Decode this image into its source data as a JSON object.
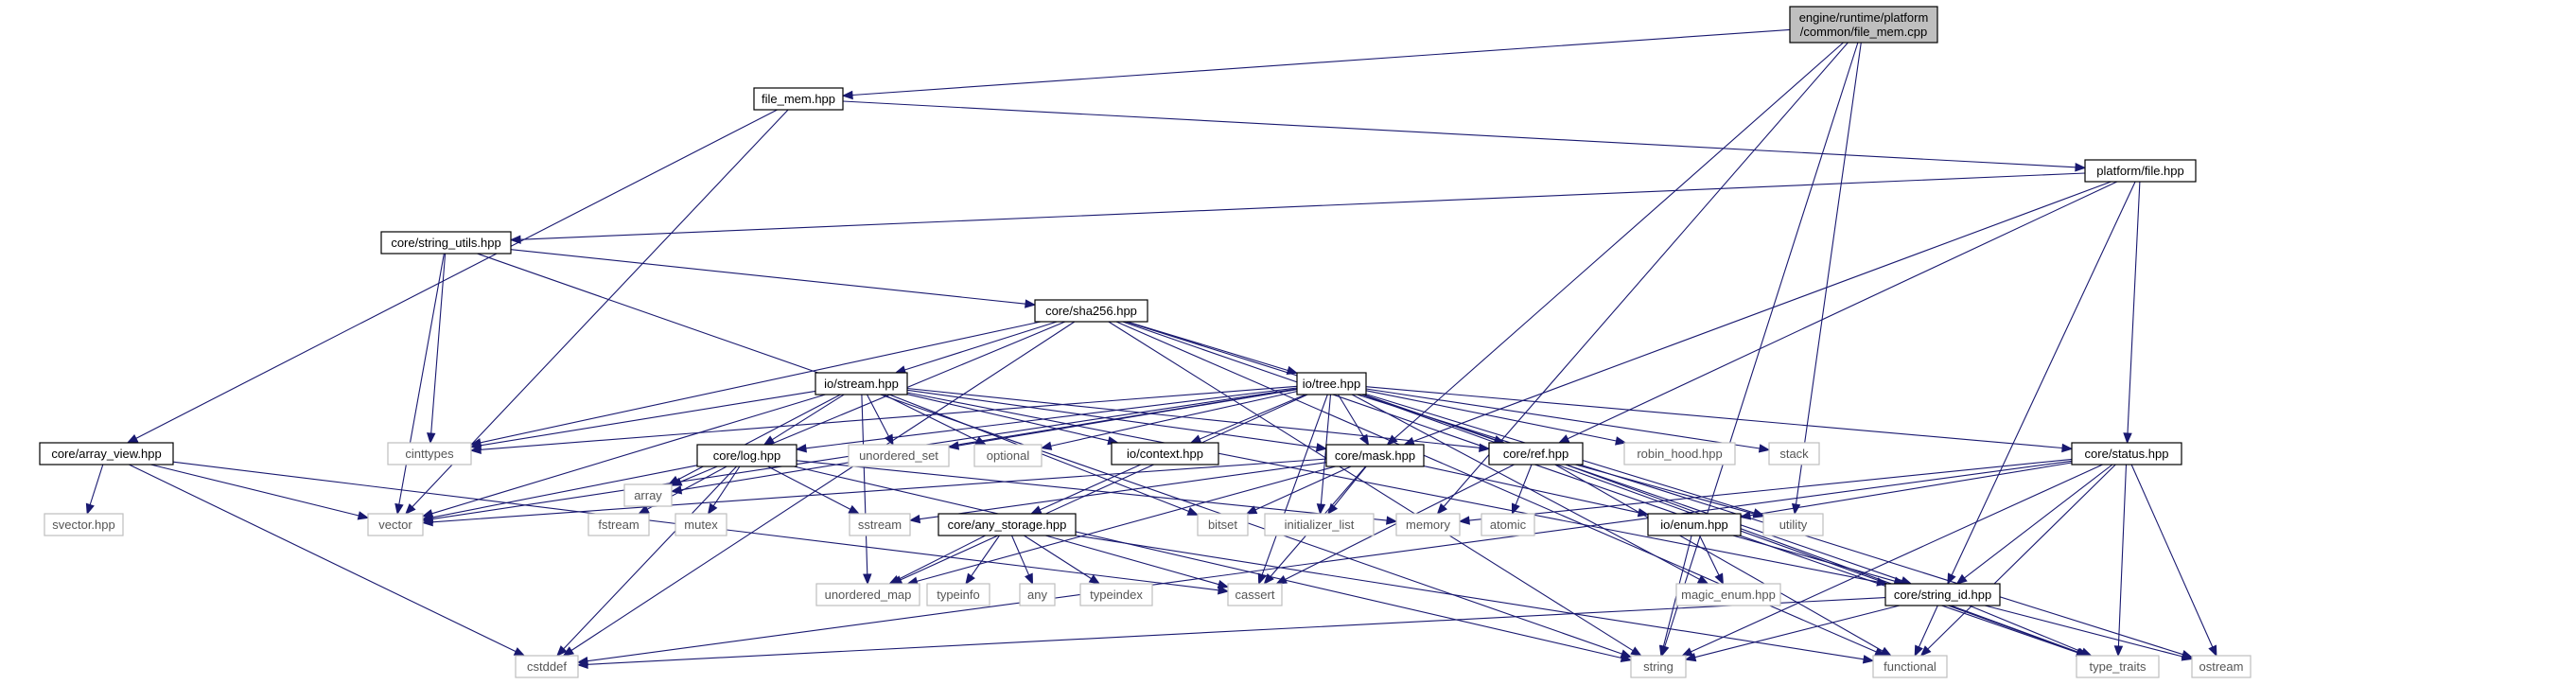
{
  "diagram": {
    "type": "include-dependency-graph",
    "colors": {
      "edge": "#191970",
      "root_fill": "#bfbfbf",
      "local_border": "#000000",
      "system_border": "#bfbfbf",
      "system_text": "#555555"
    },
    "nodes": [
      {
        "id": "root",
        "label": [
          "engine/runtime/platform",
          "/common/file_mem.cpp"
        ],
        "kind": "main"
      },
      {
        "id": "file_mem",
        "label": [
          "file_mem.hpp"
        ],
        "kind": "local"
      },
      {
        "id": "platform_file",
        "label": [
          "platform/file.hpp"
        ],
        "kind": "local"
      },
      {
        "id": "string_utils",
        "label": [
          "core/string_utils.hpp"
        ],
        "kind": "local"
      },
      {
        "id": "sha256",
        "label": [
          "core/sha256.hpp"
        ],
        "kind": "local"
      },
      {
        "id": "stream",
        "label": [
          "io/stream.hpp"
        ],
        "kind": "local"
      },
      {
        "id": "tree",
        "label": [
          "io/tree.hpp"
        ],
        "kind": "local"
      },
      {
        "id": "array_view",
        "label": [
          "core/array_view.hpp"
        ],
        "kind": "local"
      },
      {
        "id": "svector",
        "label": [
          "svector.hpp"
        ],
        "kind": "sys"
      },
      {
        "id": "cinttypes",
        "label": [
          "cinttypes"
        ],
        "kind": "sys"
      },
      {
        "id": "array",
        "label": [
          "array"
        ],
        "kind": "sys"
      },
      {
        "id": "log",
        "label": [
          "core/log.hpp"
        ],
        "kind": "local"
      },
      {
        "id": "unordered_set",
        "label": [
          "unordered_set"
        ],
        "kind": "sys"
      },
      {
        "id": "optional",
        "label": [
          "optional"
        ],
        "kind": "sys"
      },
      {
        "id": "context",
        "label": [
          "io/context.hpp"
        ],
        "kind": "local"
      },
      {
        "id": "mask",
        "label": [
          "core/mask.hpp"
        ],
        "kind": "local"
      },
      {
        "id": "ref",
        "label": [
          "core/ref.hpp"
        ],
        "kind": "local"
      },
      {
        "id": "robin_hood",
        "label": [
          "robin_hood.hpp"
        ],
        "kind": "sys"
      },
      {
        "id": "stack",
        "label": [
          "stack"
        ],
        "kind": "sys"
      },
      {
        "id": "status",
        "label": [
          "core/status.hpp"
        ],
        "kind": "local"
      },
      {
        "id": "vector",
        "label": [
          "vector"
        ],
        "kind": "sys"
      },
      {
        "id": "fstream",
        "label": [
          "fstream"
        ],
        "kind": "sys"
      },
      {
        "id": "mutex",
        "label": [
          "mutex"
        ],
        "kind": "sys"
      },
      {
        "id": "sstream",
        "label": [
          "sstream"
        ],
        "kind": "sys"
      },
      {
        "id": "any_storage",
        "label": [
          "core/any_storage.hpp"
        ],
        "kind": "local"
      },
      {
        "id": "bitset",
        "label": [
          "bitset"
        ],
        "kind": "sys"
      },
      {
        "id": "initializer_list",
        "label": [
          "initializer_list"
        ],
        "kind": "sys"
      },
      {
        "id": "memory",
        "label": [
          "memory"
        ],
        "kind": "sys"
      },
      {
        "id": "atomic",
        "label": [
          "atomic"
        ],
        "kind": "sys"
      },
      {
        "id": "io_enum",
        "label": [
          "io/enum.hpp"
        ],
        "kind": "local"
      },
      {
        "id": "utility",
        "label": [
          "utility"
        ],
        "kind": "sys"
      },
      {
        "id": "unordered_map",
        "label": [
          "unordered_map"
        ],
        "kind": "sys"
      },
      {
        "id": "typeinfo",
        "label": [
          "typeinfo"
        ],
        "kind": "sys"
      },
      {
        "id": "any",
        "label": [
          "any"
        ],
        "kind": "sys"
      },
      {
        "id": "typeindex",
        "label": [
          "typeindex"
        ],
        "kind": "sys"
      },
      {
        "id": "cassert",
        "label": [
          "cassert"
        ],
        "kind": "sys"
      },
      {
        "id": "magic_enum",
        "label": [
          "magic_enum.hpp"
        ],
        "kind": "sys"
      },
      {
        "id": "string_id",
        "label": [
          "core/string_id.hpp"
        ],
        "kind": "local"
      },
      {
        "id": "cstddef",
        "label": [
          "cstddef"
        ],
        "kind": "sys"
      },
      {
        "id": "string",
        "label": [
          "string"
        ],
        "kind": "sys"
      },
      {
        "id": "functional",
        "label": [
          "functional"
        ],
        "kind": "sys"
      },
      {
        "id": "type_traits",
        "label": [
          "type_traits"
        ],
        "kind": "sys"
      },
      {
        "id": "ostream",
        "label": [
          "ostream"
        ],
        "kind": "sys"
      }
    ],
    "edges": [
      [
        "root",
        "file_mem"
      ],
      [
        "root",
        "string"
      ],
      [
        "root",
        "mask"
      ],
      [
        "root",
        "utility"
      ],
      [
        "root",
        "memory"
      ],
      [
        "file_mem",
        "platform_file"
      ],
      [
        "file_mem",
        "array_view"
      ],
      [
        "file_mem",
        "vector"
      ],
      [
        "platform_file",
        "string_utils"
      ],
      [
        "platform_file",
        "mask"
      ],
      [
        "platform_file",
        "ref"
      ],
      [
        "platform_file",
        "status"
      ],
      [
        "platform_file",
        "string_id"
      ],
      [
        "string_utils",
        "sha256"
      ],
      [
        "string_utils",
        "cinttypes"
      ],
      [
        "string_utils",
        "vector"
      ],
      [
        "string_utils",
        "string"
      ],
      [
        "sha256",
        "stream"
      ],
      [
        "sha256",
        "tree"
      ],
      [
        "sha256",
        "cinttypes"
      ],
      [
        "sha256",
        "array"
      ],
      [
        "sha256",
        "cstddef"
      ],
      [
        "sha256",
        "type_traits"
      ],
      [
        "sha256",
        "ostream"
      ],
      [
        "sha256",
        "functional"
      ],
      [
        "sha256",
        "string"
      ],
      [
        "stream",
        "cinttypes"
      ],
      [
        "stream",
        "array"
      ],
      [
        "stream",
        "log"
      ],
      [
        "stream",
        "unordered_set"
      ],
      [
        "stream",
        "optional"
      ],
      [
        "stream",
        "mask"
      ],
      [
        "stream",
        "ref"
      ],
      [
        "stream",
        "vector"
      ],
      [
        "stream",
        "bitset"
      ],
      [
        "stream",
        "string_id"
      ],
      [
        "stream",
        "unordered_map"
      ],
      [
        "stream",
        "context"
      ],
      [
        "tree",
        "array"
      ],
      [
        "tree",
        "optional"
      ],
      [
        "tree",
        "context"
      ],
      [
        "tree",
        "mask"
      ],
      [
        "tree",
        "ref"
      ],
      [
        "tree",
        "robin_hood"
      ],
      [
        "tree",
        "stack"
      ],
      [
        "tree",
        "status"
      ],
      [
        "tree",
        "vector"
      ],
      [
        "tree",
        "log"
      ],
      [
        "tree",
        "unordered_set"
      ],
      [
        "tree",
        "cinttypes"
      ],
      [
        "tree",
        "utility"
      ],
      [
        "tree",
        "initializer_list"
      ],
      [
        "tree",
        "magic_enum"
      ],
      [
        "tree",
        "string_id"
      ],
      [
        "tree",
        "cassert"
      ],
      [
        "tree",
        "unordered_map"
      ],
      [
        "tree",
        "type_traits"
      ],
      [
        "array_view",
        "svector"
      ],
      [
        "array_view",
        "vector"
      ],
      [
        "array_view",
        "cstddef"
      ],
      [
        "array_view",
        "cassert"
      ],
      [
        "log",
        "vector"
      ],
      [
        "log",
        "fstream"
      ],
      [
        "log",
        "mutex"
      ],
      [
        "log",
        "sstream"
      ],
      [
        "log",
        "cstddef"
      ],
      [
        "log",
        "string"
      ],
      [
        "log",
        "memory"
      ],
      [
        "context",
        "any_storage"
      ],
      [
        "mask",
        "vector"
      ],
      [
        "mask",
        "bitset"
      ],
      [
        "mask",
        "initializer_list"
      ],
      [
        "mask",
        "io_enum"
      ],
      [
        "mask",
        "sstream"
      ],
      [
        "mask",
        "unordered_map"
      ],
      [
        "mask",
        "cassert"
      ],
      [
        "ref",
        "atomic"
      ],
      [
        "ref",
        "utility"
      ],
      [
        "ref",
        "cassert"
      ],
      [
        "ref",
        "functional"
      ],
      [
        "ref",
        "type_traits"
      ],
      [
        "status",
        "io_enum"
      ],
      [
        "status",
        "string_id"
      ],
      [
        "status",
        "cstddef"
      ],
      [
        "status",
        "string"
      ],
      [
        "status",
        "functional"
      ],
      [
        "status",
        "type_traits"
      ],
      [
        "status",
        "ostream"
      ],
      [
        "status",
        "memory"
      ],
      [
        "any_storage",
        "unordered_map"
      ],
      [
        "any_storage",
        "typeinfo"
      ],
      [
        "any_storage",
        "any"
      ],
      [
        "any_storage",
        "typeindex"
      ],
      [
        "any_storage",
        "cassert"
      ],
      [
        "any_storage",
        "functional"
      ],
      [
        "io_enum",
        "magic_enum"
      ],
      [
        "io_enum",
        "string_id"
      ],
      [
        "io_enum",
        "string"
      ],
      [
        "string_id",
        "cstddef"
      ],
      [
        "string_id",
        "string"
      ],
      [
        "string_id",
        "functional"
      ],
      [
        "string_id",
        "type_traits"
      ],
      [
        "string_id",
        "ostream"
      ]
    ]
  }
}
